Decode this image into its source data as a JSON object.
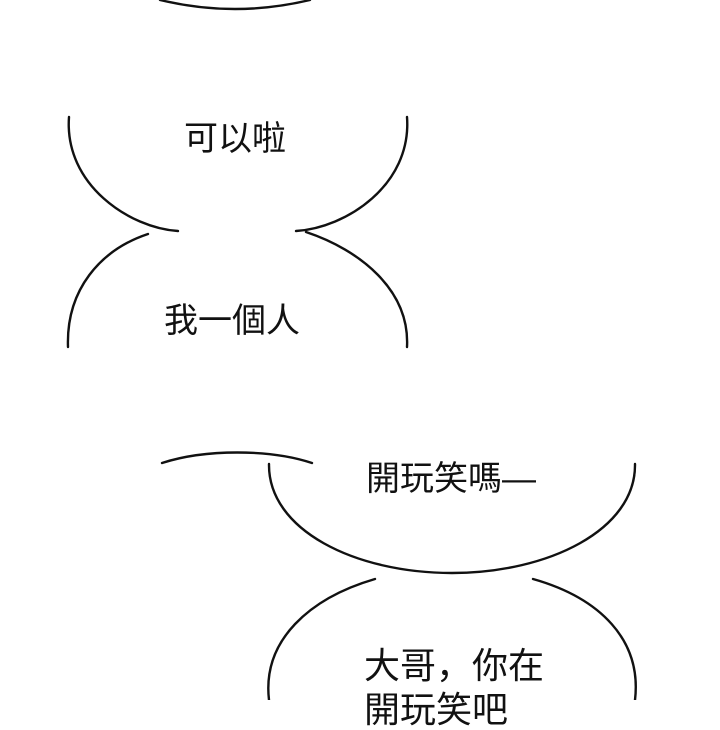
{
  "panel": {
    "background": "#ffffff",
    "line_color": "#111111",
    "bubbles": [
      {
        "id": "bubble-1",
        "text": "可以啦"
      },
      {
        "id": "bubble-2",
        "text": "我一個人"
      },
      {
        "id": "bubble-3",
        "text": "開玩笑嗎—"
      },
      {
        "id": "bubble-4",
        "lines": [
          "大哥，你在",
          "開玩笑吧"
        ]
      }
    ]
  }
}
